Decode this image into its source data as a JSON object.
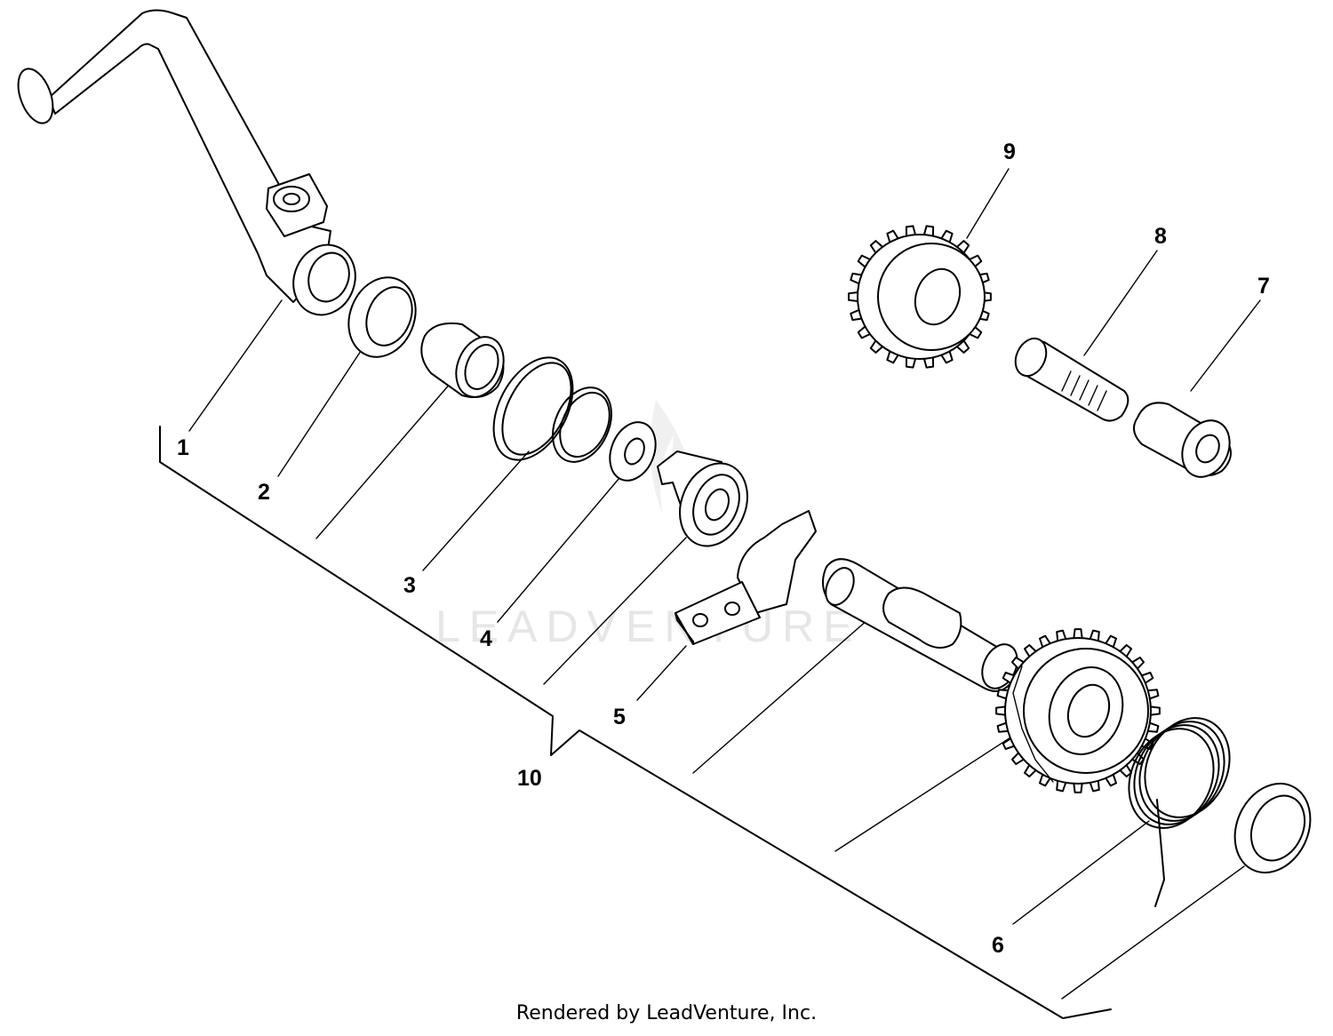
{
  "diagram": {
    "callouts": [
      "1",
      "2",
      "3",
      "4",
      "5",
      "6",
      "7",
      "8",
      "9",
      "10"
    ]
  },
  "watermark": {
    "text": "LEADVENTURE"
  },
  "footer": {
    "text": "Rendered by LeadVenture, Inc."
  }
}
